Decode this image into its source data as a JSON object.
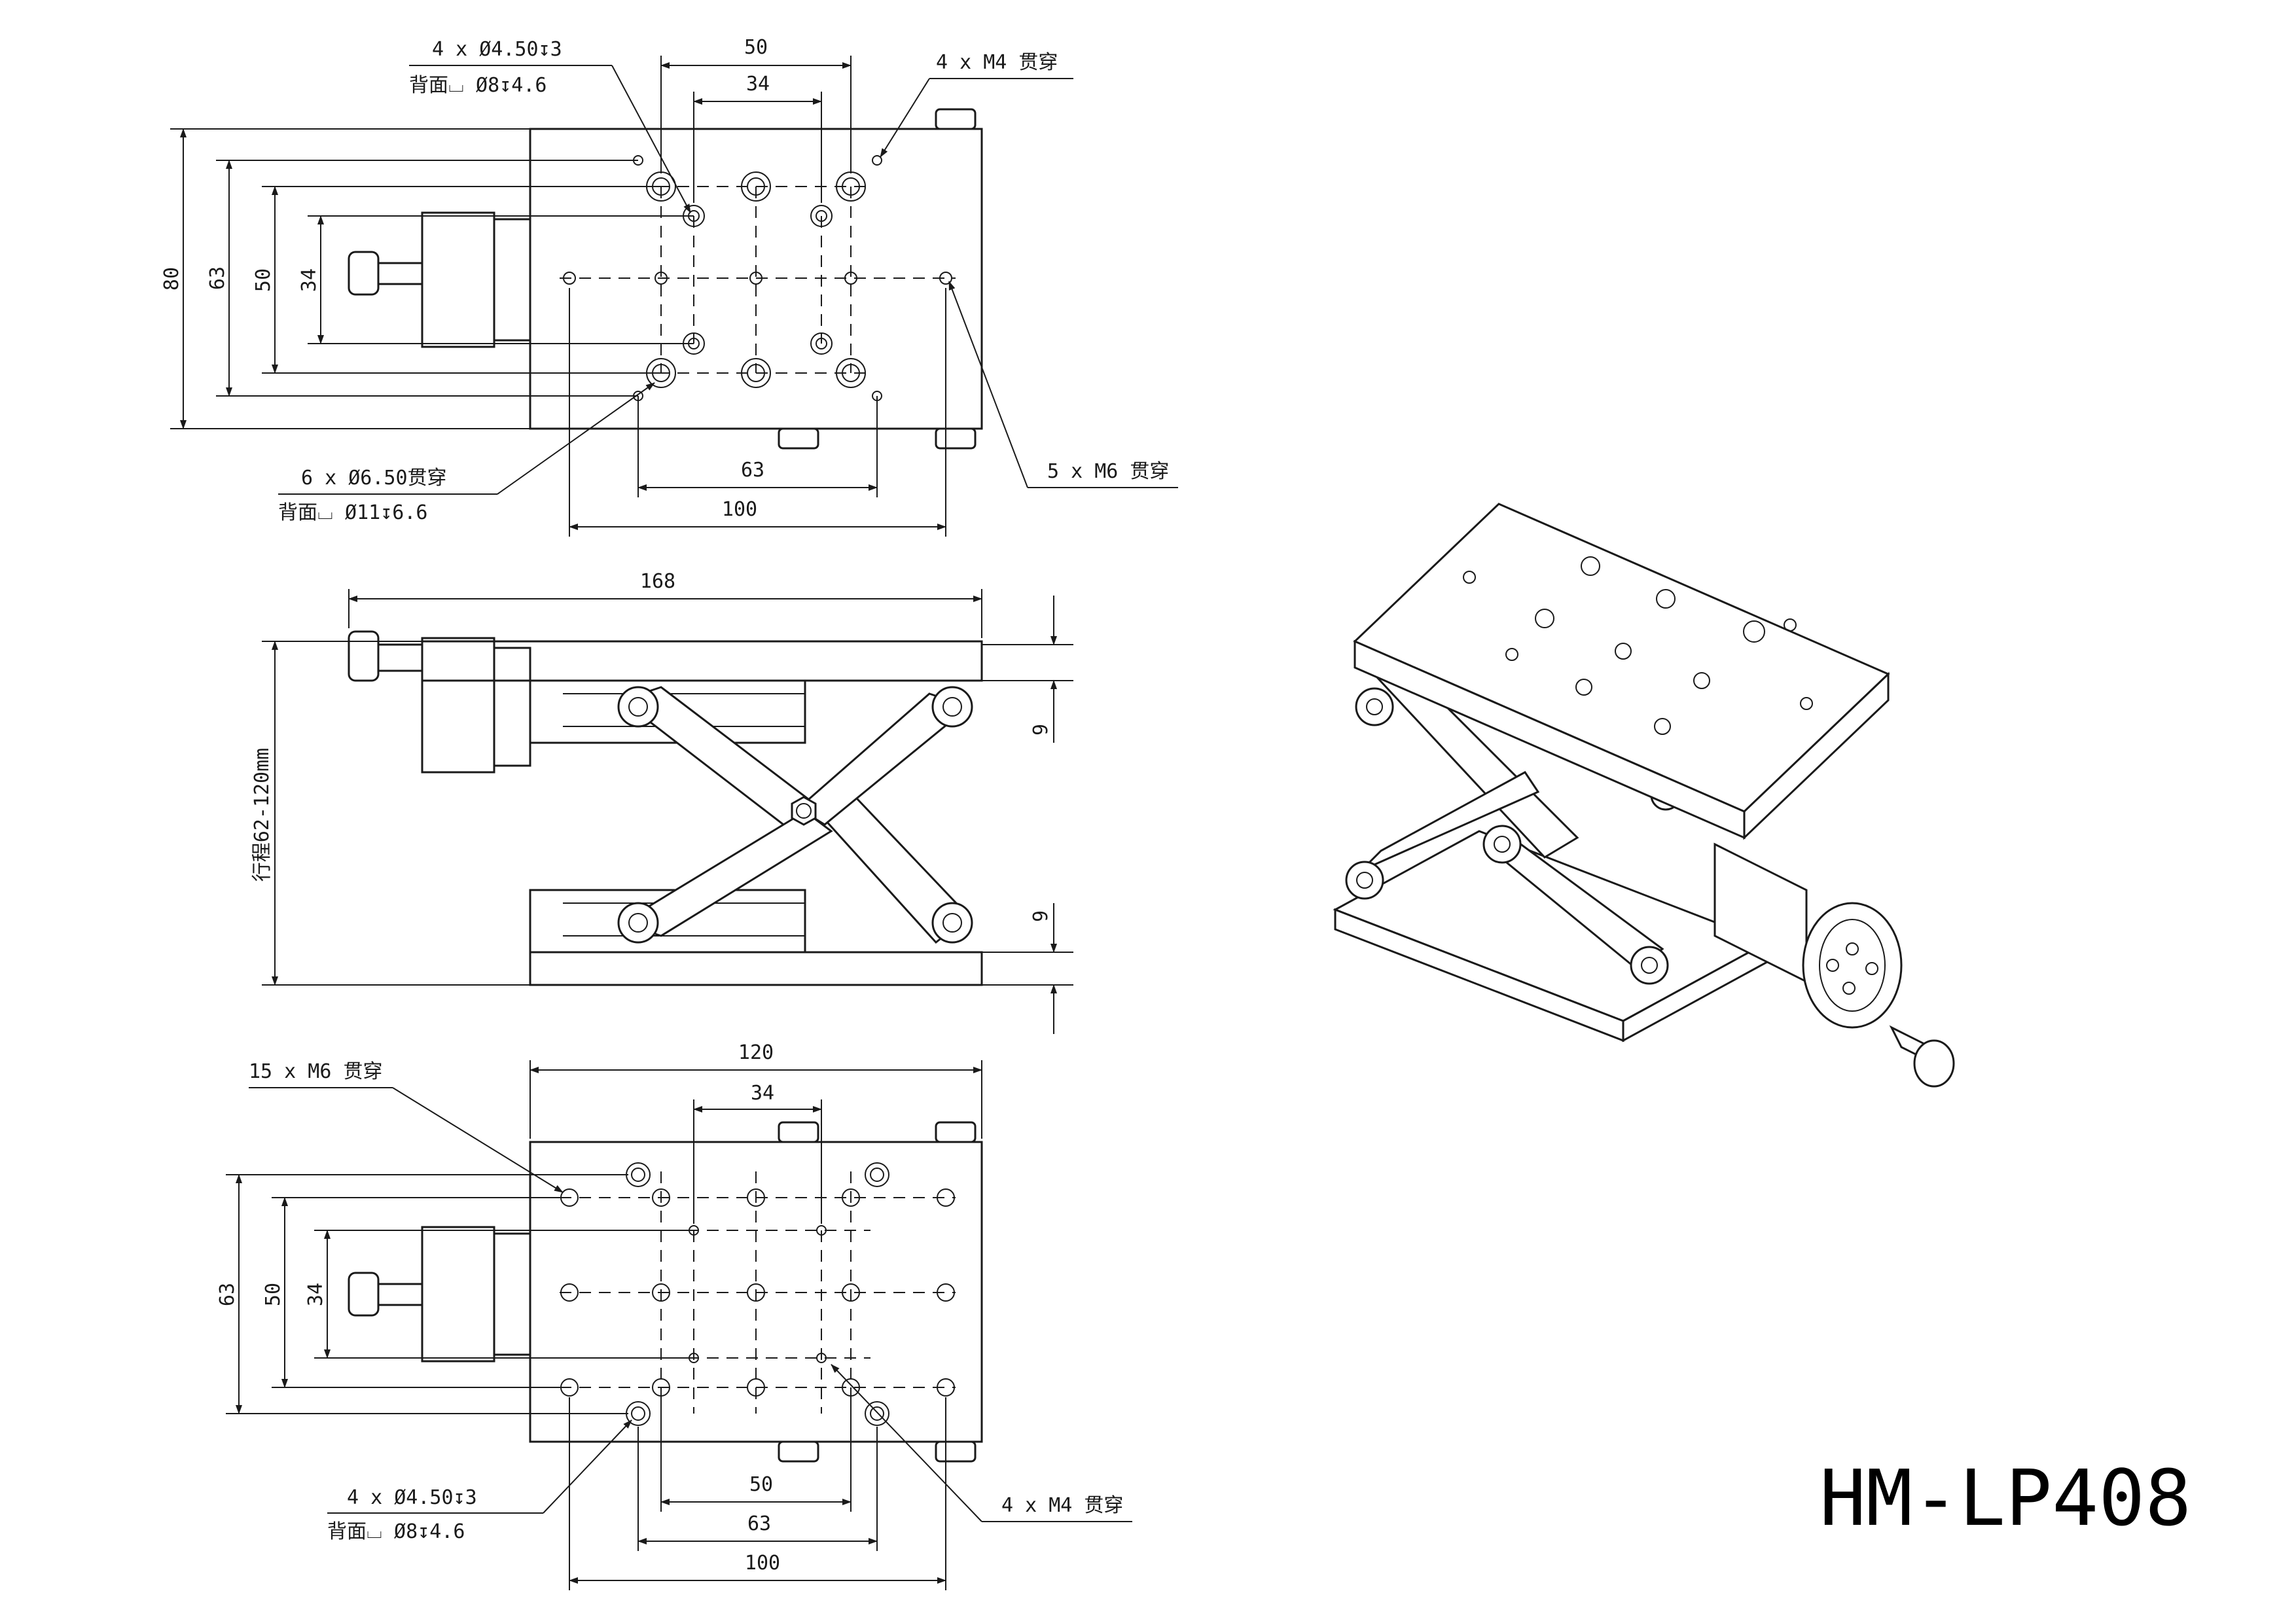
{
  "model_name": "HM-LP408",
  "top_view": {
    "dims": {
      "w50": "50",
      "w34": "34",
      "h80": "80",
      "h63": "63",
      "h50": "50",
      "h34": "34",
      "w63": "63",
      "w100": "100"
    },
    "callout_a": {
      "line1": "4 x Ø4.50↧3",
      "line2": "背面⌴ Ø8↧4.6"
    },
    "callout_b": "4 x M4 贯穿",
    "callout_c": {
      "line1": "6 x Ø6.50贯穿",
      "line2": "背面⌴ Ø11↧6.6"
    },
    "callout_d": "5 x M6 贯穿"
  },
  "side_view": {
    "dims": {
      "w168": "168",
      "g9a": "9",
      "g9b": "9"
    },
    "stroke_label": "行程62-120mm"
  },
  "bottom_view": {
    "dims": {
      "w120": "120",
      "w34": "34",
      "h63": "63",
      "h50": "50",
      "h34": "34",
      "w50": "50",
      "w63": "63",
      "w100": "100"
    },
    "callout_a": "15 x M6 贯穿",
    "callout_b": {
      "line1": "4 x Ø4.50↧3",
      "line2": "背面⌴ Ø8↧4.6"
    },
    "callout_c": "4 x M4 贯穿"
  },
  "colors": {
    "line": "#1a1a1a",
    "background": "#ffffff"
  }
}
